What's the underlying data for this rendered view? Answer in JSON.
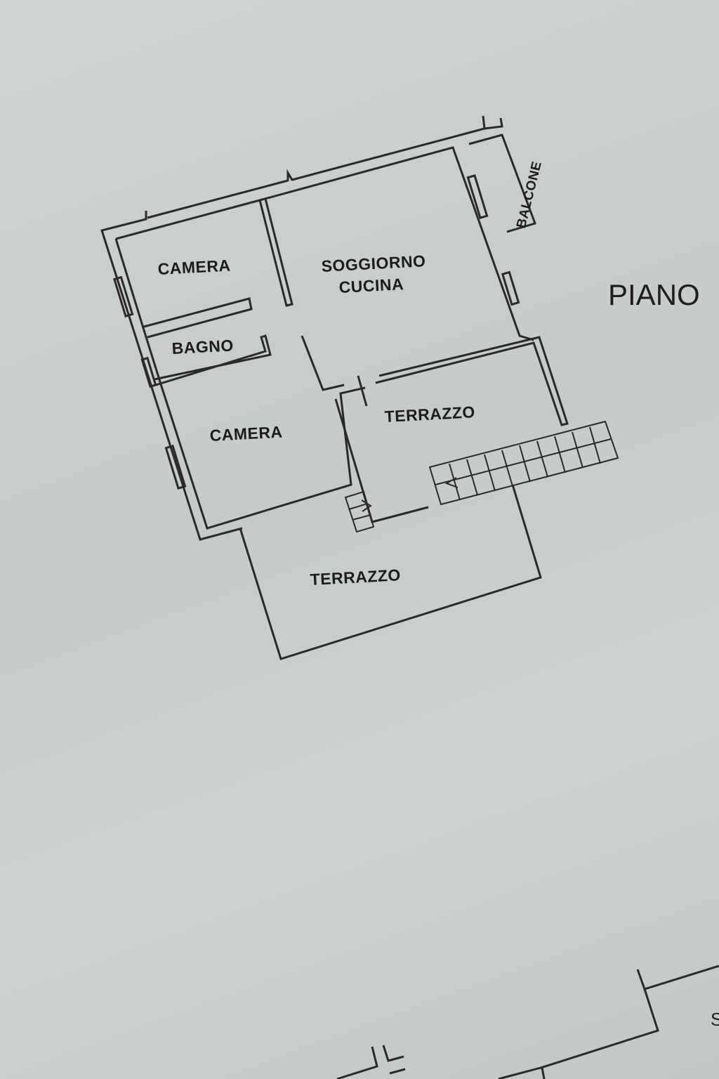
{
  "plan": {
    "rooms": {
      "camera_top": "CAMERA",
      "soggiorno": "SOGGIORNO",
      "cucina": "CUCINA",
      "bagno": "BAGNO",
      "camera_bottom": "CAMERA",
      "terrazzo_upper": "TERRAZZO",
      "terrazzo_lower": "TERRAZZO",
      "balcone": "BALCONE"
    },
    "floor_label": "PIANO",
    "cut_off_label": "S"
  }
}
